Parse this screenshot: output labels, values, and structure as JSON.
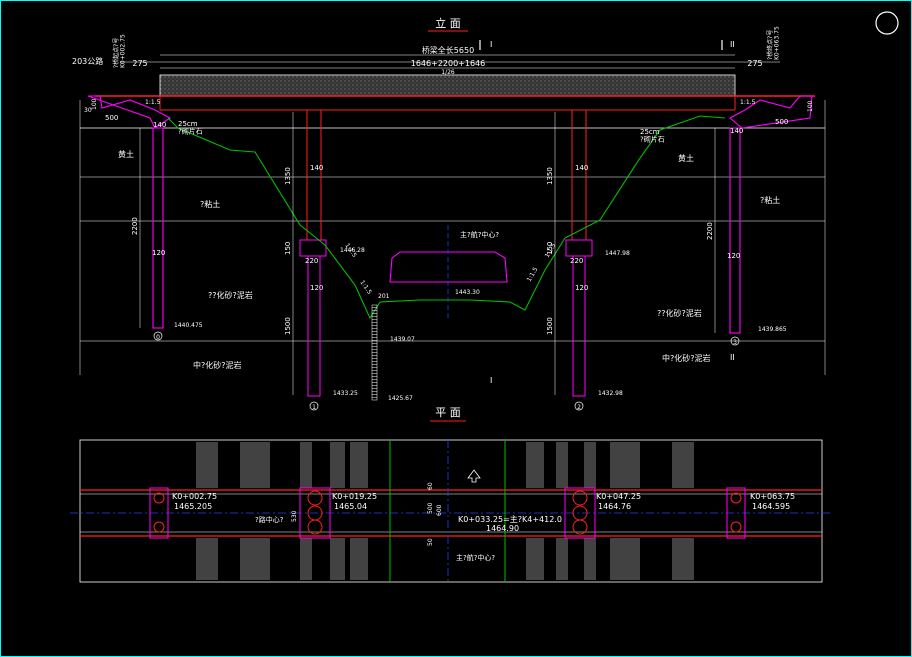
{
  "colors": {
    "background": "#000000",
    "frame": "#00ffff",
    "line": "#ffffff",
    "red": "#ff2020",
    "magenta": "#ff00ff",
    "green": "#00c000",
    "blue": "#2040ff",
    "yellow": "#ffff00"
  },
  "elevation": {
    "title": "立 面",
    "section_top": "I",
    "section_bottom": "I",
    "section_right_top": "II",
    "section_right_bottom": "II",
    "total_length": "桥梁全长5650",
    "span_dims": "1646+2200+1646",
    "span_small": "1/26",
    "left_end_dim": "275",
    "right_end_dim": "275",
    "left_station": "?桥起点?号\nK0+002.75",
    "right_station": "?桥终点?号\nK0+063.75",
    "highway_label": "203公路",
    "dim_500_left": "500",
    "dim_500_right": "500",
    "dim_100_left": "100",
    "dim_100_right": "100",
    "dim_30": "30",
    "dim_140_left": "140",
    "dim_140_right": "140",
    "dim_140_pier1": "140",
    "dim_140_pier2": "140",
    "slope_left": "1:1.5",
    "slope_right": "1:1.5",
    "anchor_left": "25cm\n?砌片石",
    "anchor_right": "25cm\n?砌片石",
    "soil_left_top": "黄土",
    "soil_right_top": "黄土",
    "soil_mid_left": "?粘土",
    "soil_mid_right": "?粘土",
    "rock_left": "??化砂?泥岩",
    "rock_right": "??化砂?泥岩",
    "rock_mid_left": "中?化砂?泥岩",
    "rock_mid_right": "中?化砂?泥岩",
    "dim_2200_left": "2200",
    "dim_2200_right": "2200",
    "dim_1350_left": "1350",
    "dim_1350_right": "1350",
    "dim_1500_left": "1500",
    "dim_1500_right": "1500",
    "dim_150_left": "150",
    "dim_150_right": "150",
    "dim_120_a": "120",
    "dim_120_b": "120",
    "dim_120_c": "120",
    "dim_120_d": "120",
    "dim_220_left": "220",
    "dim_220_right": "220",
    "elev_1440": "1440.475",
    "elev_1446": "1446.28",
    "elev_1447": "1447.98",
    "elev_1443": "1443.30",
    "elev_1439_07": "1439.07",
    "elev_1439_86": "1439.865",
    "elev_1433": "1433.25",
    "elev_1432": "1432.98",
    "elev_1425": "1425.67",
    "channel_center": "主?航?中心?",
    "slope_ch_left1": "1:1.5",
    "slope_ch_left2": "1:1.5",
    "slope_ch_right1": "1:1.5",
    "slope_ch_right2": "1:1.5",
    "dim_201": "201",
    "pier_0": "0",
    "pier_1": "1",
    "pier_2": "2",
    "pier_3": "3"
  },
  "plan": {
    "title": "平 面",
    "stations": [
      {
        "label": "K0+002.75",
        "elev": "1465.205"
      },
      {
        "label": "K0+019.25",
        "elev": "1465.04"
      },
      {
        "label": "K0+033.25=主?K4+412.0",
        "elev": "1464.90"
      },
      {
        "label": "K0+047.25",
        "elev": "1464.76"
      },
      {
        "label": "K0+063.75",
        "elev": "1464.595"
      }
    ],
    "road_center": "?路中心?",
    "channel_center": "主?航?中心?",
    "dim_530": "530",
    "dim_60_top": "60",
    "dim_60_bottom": "50",
    "dim_500": "500",
    "dim_600": "600"
  }
}
